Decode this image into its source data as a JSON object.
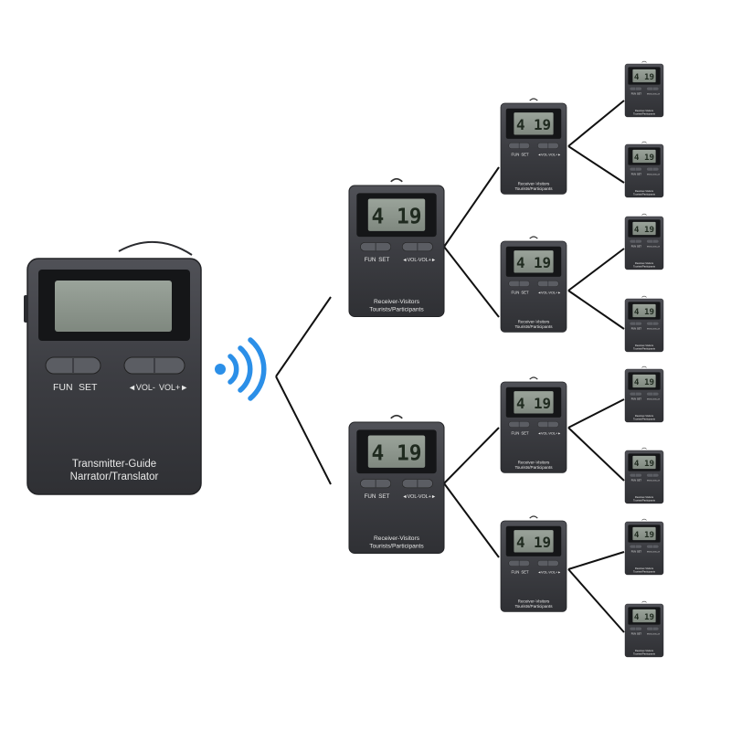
{
  "colors": {
    "device_body": "#3c3d42",
    "device_edge": "#2a2b2f",
    "screen_frame": "#151618",
    "lcd": "#8e978e",
    "button": "#5b5d63",
    "signal": "#2b8fe8",
    "line": "#111111"
  },
  "transmitter": {
    "fun_label": "FUN",
    "set_label": "SET",
    "vol_down_label": "◄VOL-",
    "vol_up_label": "VOL+►",
    "caption_line1": "Transmitter-Guide",
    "caption_line2": "Narrator/Translator"
  },
  "receiver": {
    "display": "4 19",
    "fun_label": "FUN",
    "set_label": "SET",
    "vol_down_label": "◄VOL-",
    "vol_up_label": "VOL+►",
    "caption_line1": "Receiver-Visitors",
    "caption_line2": "Tourists/Participants"
  },
  "icons": {
    "wireless": "wireless-signal-icon"
  }
}
